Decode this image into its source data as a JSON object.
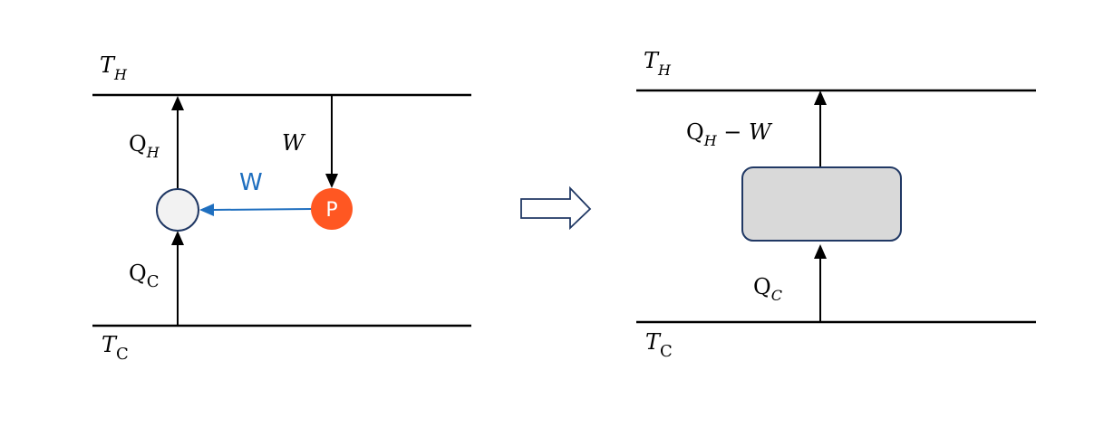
{
  "colors": {
    "line": "#000000",
    "engine_fill": "#f2f2f2",
    "engine_stroke": "#203864",
    "pump_fill": "#ff5722",
    "work_arrow": "#1f6fbf",
    "box_fill": "#d9d9d9",
    "box_stroke": "#203864",
    "transform_arrow_stroke": "#203864"
  },
  "left": {
    "th_symbol": "T",
    "th_sub": "H",
    "tc_symbol": "T",
    "tc_sub": "C",
    "qh_symbol": "Q",
    "qh_sub": "H",
    "qc_symbol": "Q",
    "qc_sub": "C",
    "w_symbol": "W",
    "w_blue": "W",
    "pump_label": "P"
  },
  "right": {
    "th_symbol": "T",
    "th_sub": "H",
    "tc_symbol": "T",
    "tc_sub": "C",
    "qh_symbol": "Q",
    "qh_sub": "H",
    "qh_minus": " − ",
    "qh_w": "W",
    "qc_symbol": "Q",
    "qc_sub": "C"
  },
  "transform_icon": "hollow-right-arrow"
}
